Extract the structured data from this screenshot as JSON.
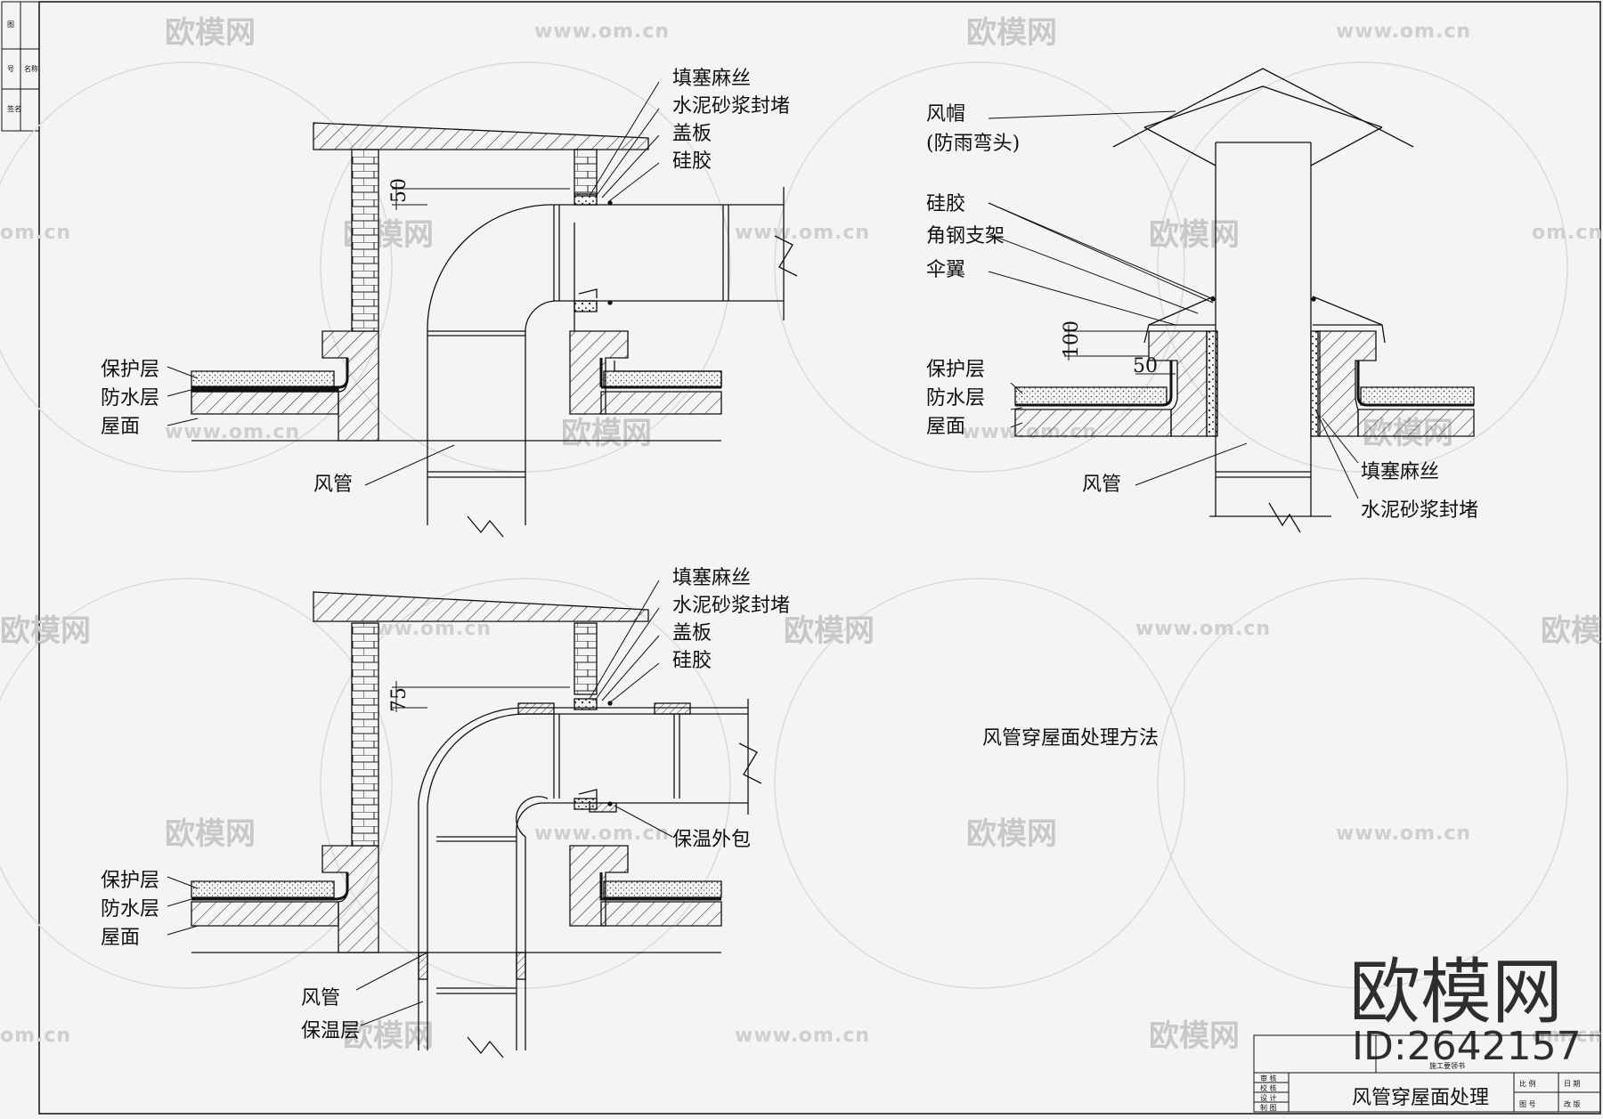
{
  "figure_title": "风管穿屋面处理方法",
  "upper_left": {
    "labels_top": [
      "填塞麻丝",
      "水泥砂浆封堵",
      "盖板",
      "硅胶"
    ],
    "labels_left": [
      "保护层",
      "防水层",
      "屋面"
    ],
    "duct_label": "风管",
    "dimension": "50"
  },
  "upper_right": {
    "cap_label": "风帽",
    "cap_note": "(防雨弯头)",
    "labels_mid": [
      "硅胶",
      "角钢支架",
      "伞翼"
    ],
    "labels_left": [
      "保护层",
      "防水层",
      "屋面"
    ],
    "duct_label": "风管",
    "labels_right": [
      "填塞麻丝",
      "水泥砂浆封堵"
    ],
    "dim_vertical": "100",
    "dim_horizontal": "50"
  },
  "lower_left": {
    "labels_top": [
      "填塞麻丝",
      "水泥砂浆封堵",
      "盖板",
      "硅胶"
    ],
    "labels_left": [
      "保护层",
      "防水层",
      "屋面"
    ],
    "duct_label": "风管",
    "insulation_label": "保温层",
    "wrap_label": "保温外包",
    "dimension": "75"
  },
  "watermark": {
    "brand": "欧模网",
    "url": "www.om.cn",
    "url_short": "om.cn"
  },
  "brand_stamp": {
    "name": "欧模网",
    "id": "ID:2642157"
  },
  "title_block": {
    "header": "施工要领书",
    "drawing_title": "风管穿屋面处理",
    "rows": [
      "审 核",
      "校 核",
      "设 计",
      "制 图"
    ],
    "fields": [
      "比 例",
      "图 号",
      "日 期",
      "改 版"
    ]
  },
  "side_strip": [
    "图",
    "号",
    "名称",
    "签名"
  ]
}
